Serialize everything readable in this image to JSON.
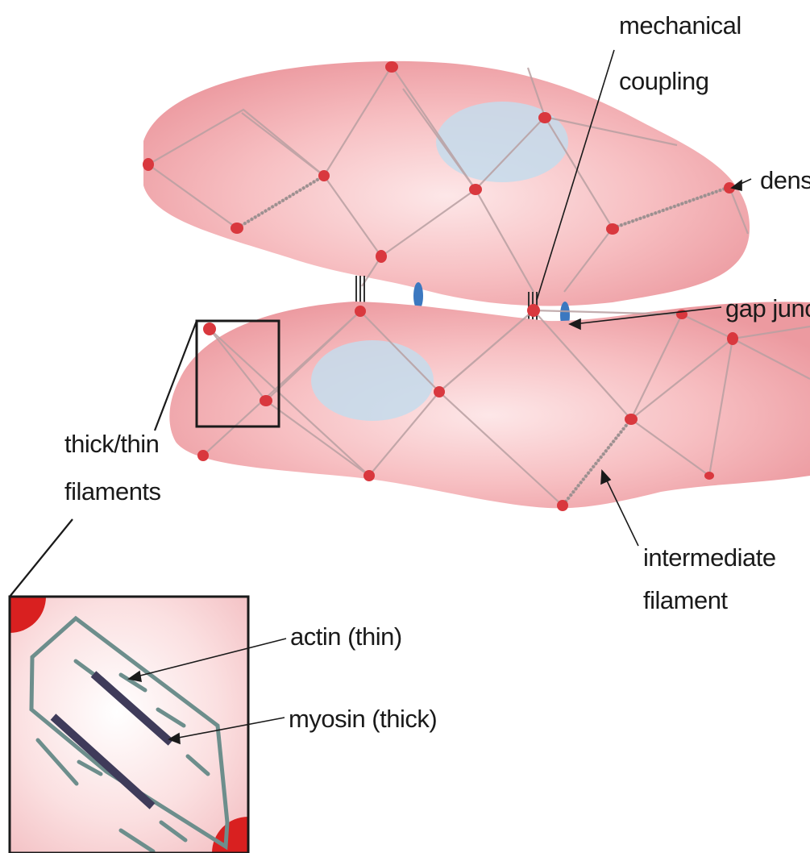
{
  "labels": {
    "mechanical_coupling": [
      "mechanical",
      "coupling"
    ],
    "dense_body": "dens",
    "gap_junction": "gap junc",
    "thick_thin_filaments": [
      "thick/thin",
      "filaments"
    ],
    "intermediate_filament": [
      "intermediate",
      "filament"
    ],
    "actin": "actin (thin)",
    "myosin": "myosin (thick)"
  },
  "colors": {
    "cell_fill": "#f3a9ad",
    "cell_highlight": "#fde6e7",
    "nucleus": "#c4dcec",
    "dense_body": "#d9383e",
    "gap_junction": "#3b78c0",
    "filament": "#b89a9c",
    "inset_frame": "#6d8e8c",
    "myosin": "#3f3b5a",
    "inset_corner": "#d92020",
    "text": "#1a1a1a"
  }
}
